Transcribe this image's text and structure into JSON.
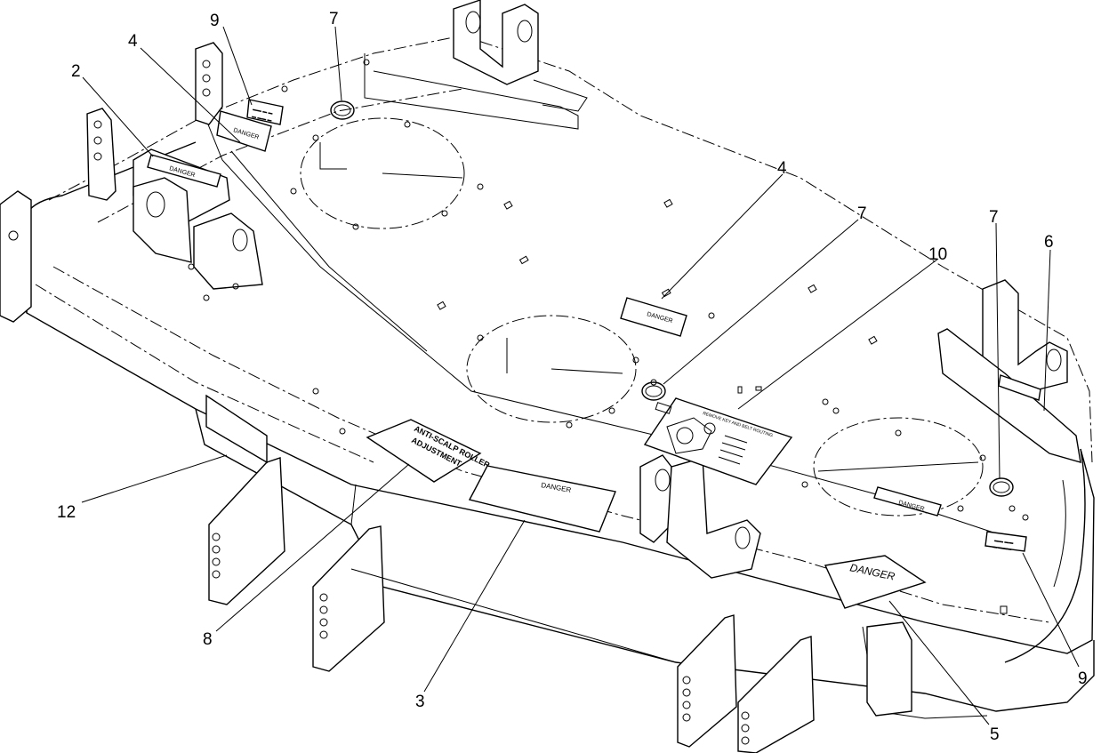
{
  "callouts": [
    {
      "id": "c9a",
      "label": "9"
    },
    {
      "id": "c4a",
      "label": "4"
    },
    {
      "id": "c7a",
      "label": "7"
    },
    {
      "id": "c2",
      "label": "2"
    },
    {
      "id": "c4b",
      "label": "4"
    },
    {
      "id": "c7b",
      "label": "7"
    },
    {
      "id": "c10",
      "label": "10"
    },
    {
      "id": "c7c",
      "label": "7"
    },
    {
      "id": "c6",
      "label": "6"
    },
    {
      "id": "c12",
      "label": "12"
    },
    {
      "id": "c8",
      "label": "8"
    },
    {
      "id": "c3",
      "label": "3"
    },
    {
      "id": "c5",
      "label": "5"
    },
    {
      "id": "c9b",
      "label": "9"
    }
  ],
  "decals": {
    "danger": "DANGER",
    "anti_scalp": "ANTI-SCALP ROLLER",
    "anti_scalp_2": "ADJUSTMENT",
    "belt_routing": "REMOVE KEY AND BELT ROUTING"
  }
}
